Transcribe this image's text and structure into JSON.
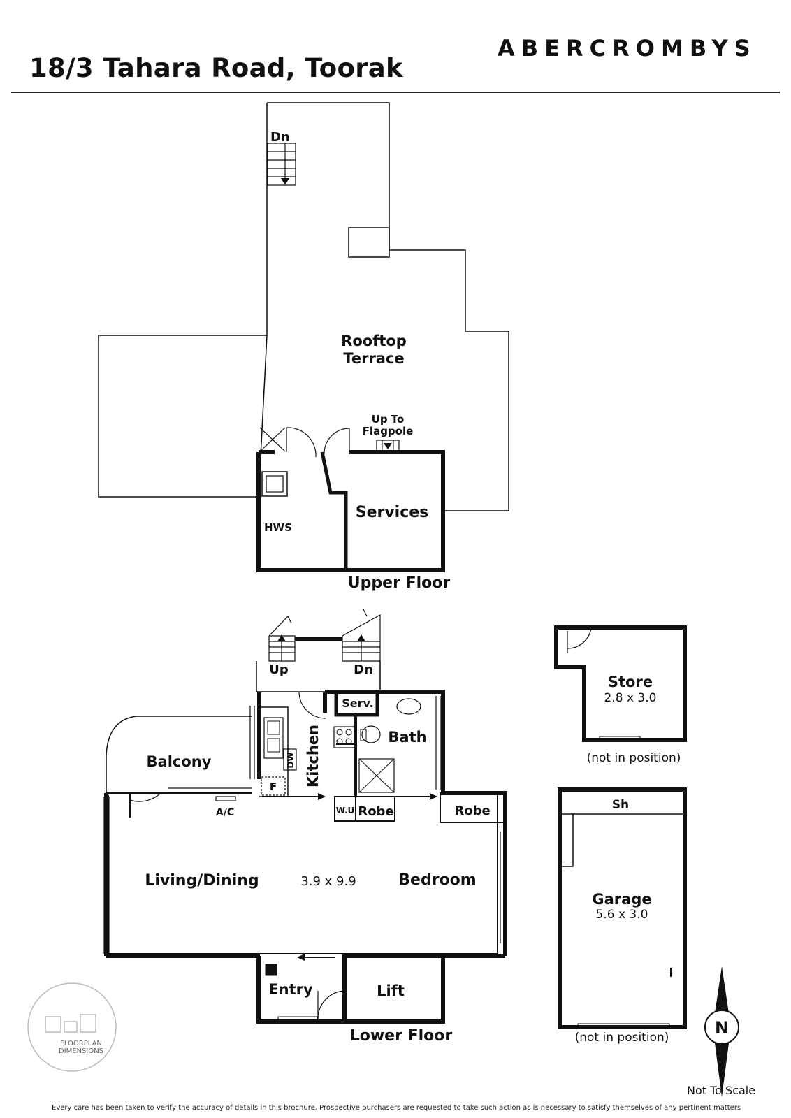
{
  "header": {
    "address": "18/3 Tahara Road, Toorak",
    "brand": "ABERCROMBYS"
  },
  "upper_floor": {
    "caption": "Upper Floor",
    "rooms": {
      "rooftop_terrace_line1": "Rooftop",
      "rooftop_terrace_line2": "Terrace",
      "services": "Services",
      "hws": "HWS",
      "stair_down": "Dn",
      "flagpole_line1": "Up To",
      "flagpole_line2": "Flagpole"
    }
  },
  "lower_floor": {
    "caption": "Lower Floor",
    "rooms": {
      "balcony": "Balcony",
      "kitchen": "Kitchen",
      "serv": "Serv.",
      "bath": "Bath",
      "wu": "W.U",
      "robe_1": "Robe",
      "robe_2": "Robe",
      "living_dining": "Living/Dining",
      "dimensions": "3.9 x 9.9",
      "bedroom": "Bedroom",
      "entry": "Entry",
      "lift": "Lift",
      "stair_up": "Up",
      "stair_down": "Dn",
      "dw": "DW",
      "fridge": "F",
      "ac": "A/C"
    }
  },
  "store": {
    "name": "Store",
    "size": "2.8 x 3.0",
    "note": "(not in position)"
  },
  "garage": {
    "name": "Garage",
    "size": "5.6 x 3.0",
    "shelf": "Sh",
    "note": "(not in position)"
  },
  "compass": {
    "letter": "N"
  },
  "logo": {
    "line1": "FLOORPLAN",
    "line2": "DIMENSIONS"
  },
  "footer": {
    "not_to_scale": "Not To Scale",
    "disclaimer": "Every care has been taken to verify the accuracy of details in this brochure. Prospective purchasers are requested to take such action as is necessary to satisfy themselves of any pertinent matters"
  }
}
